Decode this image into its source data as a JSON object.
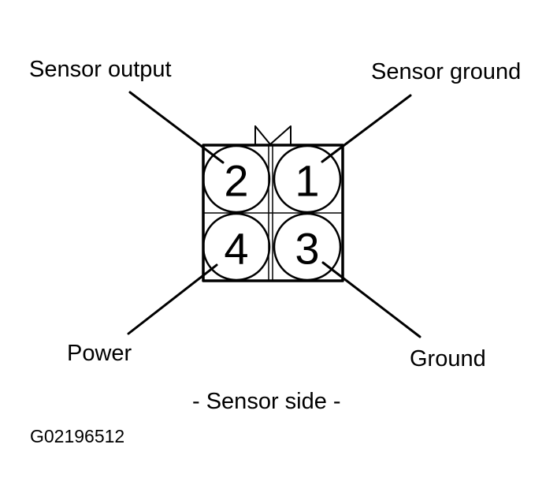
{
  "labels": {
    "sensor_output": "Sensor output",
    "sensor_ground": "Sensor ground",
    "power": "Power",
    "ground": "Ground",
    "caption": "- Sensor side -",
    "figure_code": "G02196512"
  },
  "pins": [
    "1",
    "2",
    "3",
    "4"
  ],
  "colors": {
    "ink": "#000000",
    "background": "#ffffff"
  }
}
